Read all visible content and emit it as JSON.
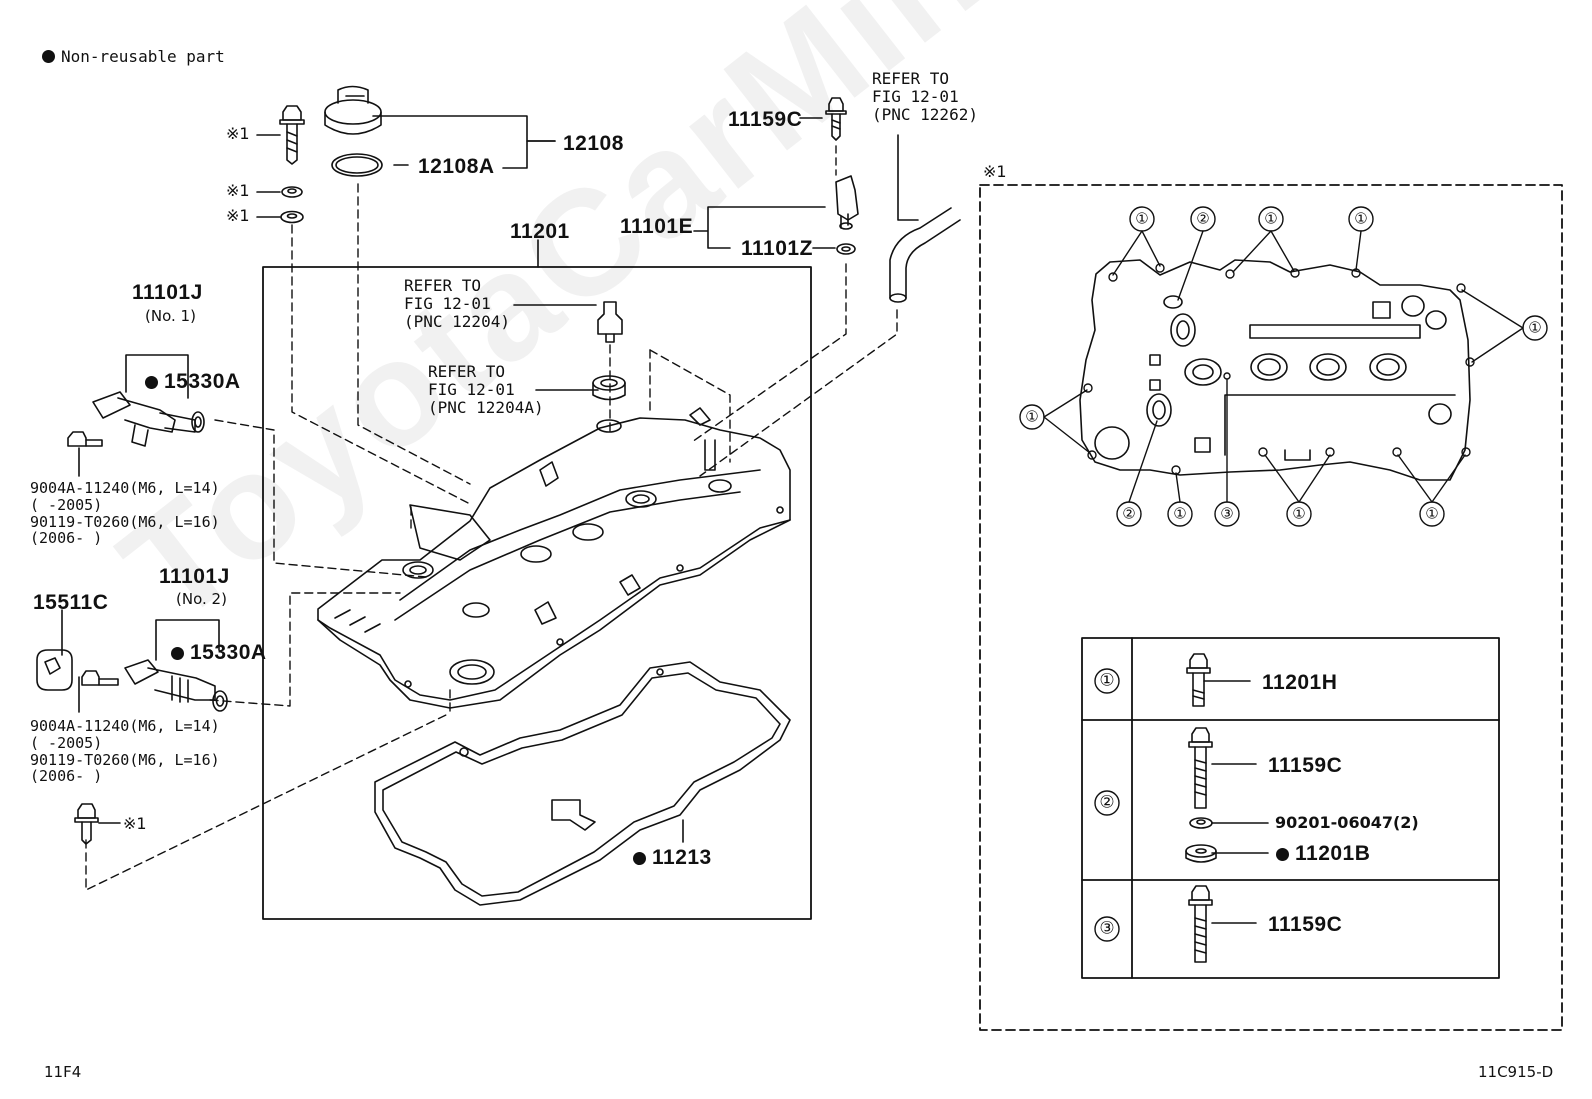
{
  "legend": {
    "marker": "●",
    "text": "Non-reusable part"
  },
  "footer": {
    "left": "11F4",
    "right": "11C915-D"
  },
  "watermark": "ToyotaCarMine.ru",
  "ref_mark": "※1",
  "labels": {
    "p12108": "12108",
    "p12108a": "12108A",
    "p11201": "11201",
    "p11159c_top": "11159C",
    "p11101e": "11101E",
    "p11101z": "11101Z",
    "p11101j_1": "11101J",
    "no1": "(No. 1)",
    "p15330a_1": "15330A",
    "p11101j_2": "11101J",
    "no2": "(No. 2)",
    "p15511c": "15511C",
    "p15330a_2": "15330A",
    "p11213": "11213"
  },
  "refer_a": [
    "REFER TO",
    "FIG 12-01",
    "(PNC 12262)"
  ],
  "refer_b": [
    "REFER TO",
    "FIG 12-01",
    "(PNC 12204)"
  ],
  "refer_c": [
    "REFER TO",
    "FIG 12-01",
    "(PNC 12204A)"
  ],
  "bolt_notes_1": [
    "9004A-11240(M6, L=14)",
    "(      -2005)",
    "90119-T0260(M6, L=16)",
    "(2006-      )"
  ],
  "bolt_notes_2": [
    "9004A-11240(M6, L=14)",
    "(      -2005)",
    "90119-T0260(M6, L=16)",
    "(2006-      )"
  ],
  "table": {
    "rows": [
      {
        "key": "①",
        "part": "11201H"
      },
      {
        "key": "②",
        "part": "11159C",
        "extra": "90201-06047(2)",
        "extra2": "11201B"
      },
      {
        "key": "③",
        "part": "11159C"
      }
    ]
  },
  "circles": {
    "c1": "①",
    "c2": "②",
    "c3": "③"
  }
}
